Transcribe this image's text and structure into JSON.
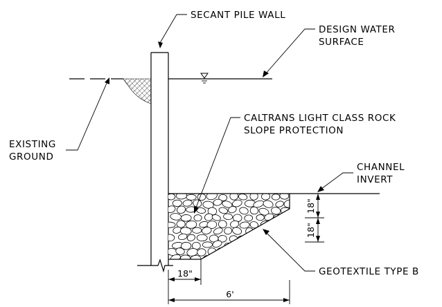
{
  "labels": {
    "secant_pile_wall": "SECANT PILE WALL",
    "design_water_1": "DESIGN WATER",
    "design_water_2": "SURFACE",
    "caltrans_1": "CALTRANS LIGHT CLASS ROCK",
    "caltrans_2": "SLOPE PROTECTION",
    "existing_1": "EXISTING",
    "existing_2": "GROUND",
    "channel_1": "CHANNEL",
    "channel_2": "INVERT",
    "geotextile": "GEOTEXTILE TYPE B"
  },
  "dimensions": {
    "rock_thickness_top": "18\"",
    "rock_thickness_bottom": "18\"",
    "pile_offset": "18\"",
    "toe_width": "6'"
  }
}
